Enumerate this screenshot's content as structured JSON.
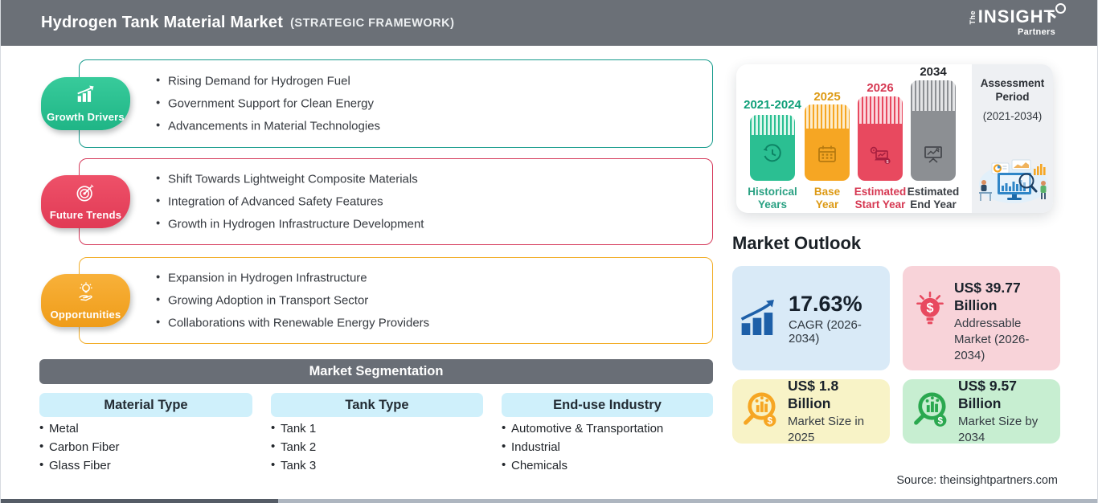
{
  "header": {
    "title": "Hydrogen Tank Material Market",
    "subtitle": "(STRATEGIC FRAMEWORK)",
    "logo_the": "The",
    "logo_insight": "INSIGHT",
    "logo_partners": "Partners",
    "bg_color": "#6b7077"
  },
  "sections": [
    {
      "label": "Growth Drivers",
      "badge_color": "#2bbf92",
      "border_color": "#169b8c",
      "items": [
        "Rising Demand for Hydrogen Fuel",
        "Government Support for Clean Energy",
        "Advancements in Material Technologies"
      ]
    },
    {
      "label": "Future Trends",
      "badge_color": "#e8495f",
      "border_color": "#d53a5b",
      "items": [
        "Shift Towards Lightweight Composite Materials",
        "Integration of Advanced Safety Features",
        "Growth in Hydrogen Infrastructure Development"
      ]
    },
    {
      "label": "Opportunities",
      "badge_color": "#f5a42a",
      "border_color": "#f2ae2a",
      "items": [
        "Expansion in Hydrogen Infrastructure",
        "Growing Adoption in Transport Sector",
        "Collaborations with Renewable Energy Providers"
      ]
    }
  ],
  "segmentation": {
    "title": "Market Segmentation",
    "bar_color": "#696e76",
    "chip_color": "#cff0fb",
    "columns": [
      {
        "header": "Material Type",
        "items": [
          "Metal",
          "Carbon Fiber",
          "Glass Fiber"
        ]
      },
      {
        "header": "Tank Type",
        "items": [
          "Tank 1",
          "Tank 2",
          "Tank 3"
        ]
      },
      {
        "header": "End-use Industry",
        "items": [
          "Automotive & Transportation",
          "Industrial",
          "Chemicals"
        ]
      }
    ]
  },
  "timeline": {
    "bars": [
      {
        "year": "2021-2024",
        "label_line1": "Historical",
        "label_line2": "Years",
        "color": "#2bbf92",
        "year_color": "#0f9f78"
      },
      {
        "year": "2025",
        "label_line1": "Base",
        "label_line2": "Year",
        "color": "#f6a623",
        "year_color": "#dd9a15"
      },
      {
        "year": "2026",
        "label_line1": "Estimated",
        "label_line2": "Start Year",
        "color": "#e8495f",
        "year_color": "#d63852"
      },
      {
        "year": "2034",
        "label_line1": "Estimated",
        "label_line2": "End Year",
        "color": "#8c8f93",
        "year_color": "#202328"
      }
    ],
    "assessment_title_line1": "Assessment",
    "assessment_title_line2": "Period",
    "assessment_range": "(2021-2034)"
  },
  "outlook": {
    "title": "Market Outlook",
    "cards": [
      {
        "value": "17.63%",
        "label": "CAGR (2026-2034)",
        "bg": "#d9eaf7",
        "icon_color": "#1d5fa8"
      },
      {
        "value": "US$ 39.77 Billion",
        "label": "Addressable Market (2026-2034)",
        "bg": "#f8d3d9",
        "icon_color": "#e8495f"
      },
      {
        "value": "US$ 1.8 Billion",
        "label": "Market Size in 2025",
        "bg": "#f8f3c7",
        "icon_color": "#f6a623"
      },
      {
        "value": "US$ 9.57 Billion",
        "label": "Market Size by 2034",
        "bg": "#c7eed1",
        "icon_color": "#2aa84f"
      }
    ]
  },
  "source": "Source: theinsightpartners.com"
}
